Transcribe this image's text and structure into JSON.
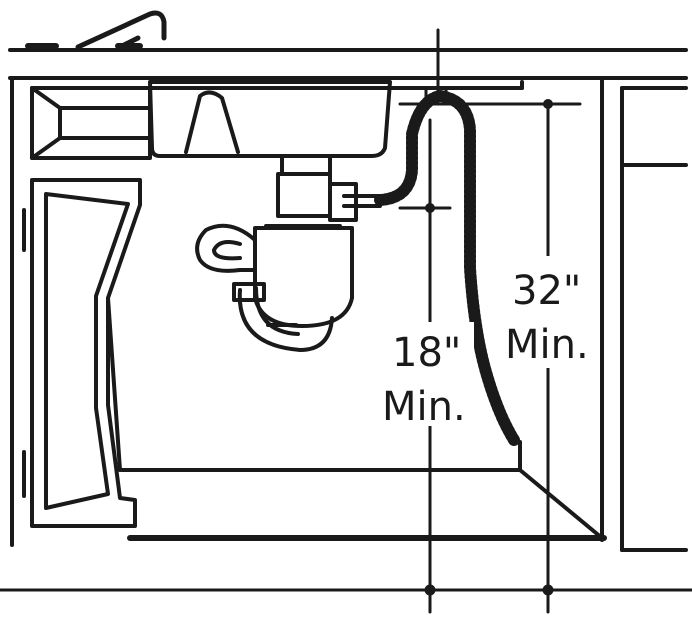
{
  "colors": {
    "line": "#1a1a1a",
    "background": "#ffffff"
  },
  "labels": {
    "dim_32_value": "32\"",
    "dim_32_unit": "Min.",
    "dim_18_value": "18\"",
    "dim_18_unit": "Min."
  },
  "measurements": {
    "hose_loop_height_min_in": 32,
    "drain_connection_height_min_in": 18
  },
  "components": [
    "sink-faucet-icon",
    "countertop",
    "sink-basin",
    "garbage-disposal",
    "p-trap",
    "drain-hose",
    "cabinet-door"
  ]
}
